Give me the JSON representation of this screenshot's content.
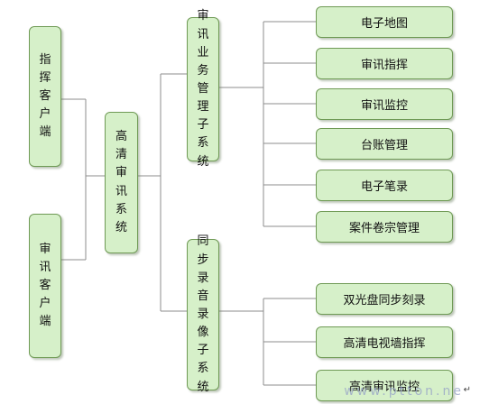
{
  "colors": {
    "box_fill": "#d6f0c9",
    "box_border": "#6f9a55",
    "line": "#8c8c8c"
  },
  "nodes": {
    "command_client": "指挥客户端",
    "interrogation_client": "审讯客户端",
    "hd_system": "高清审讯系统",
    "business_system": "审讯业务管理子系统",
    "av_system": "同步录音录像子系统"
  },
  "business_items": [
    "电子地图",
    "审讯指挥",
    "审讯监控",
    "台账管理",
    "电子笔录",
    "案件卷宗管理"
  ],
  "av_items": [
    "双光盘同步刻录",
    "高清电视墙指挥",
    "高清审讯监控"
  ],
  "watermark": "www.ptton.ne",
  "corner_mark": "↵"
}
